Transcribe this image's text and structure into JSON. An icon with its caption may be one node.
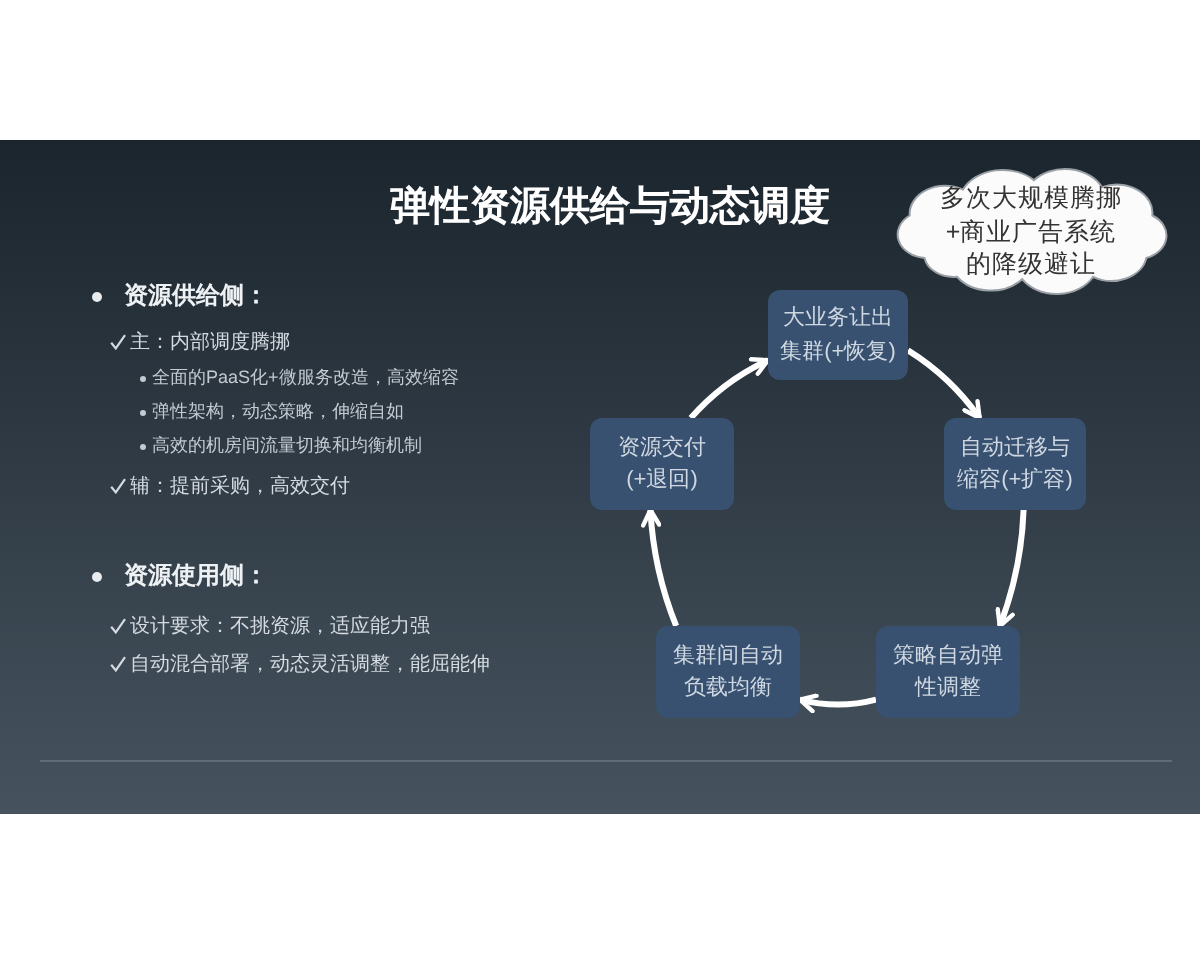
{
  "diagram": {
    "title": "弹性资源供给与动态调度",
    "nodes": [
      {
        "text": [
          "多次大规模腾挪+商业广告系统的降级避让"
        ]
      },
      {
        "text": [
          "大业务让出集群(+恢复)"
        ]
      },
      {
        "text": [
          "资源交付(+退回)"
        ]
      },
      {
        "text": [
          "自动迁移与缩容(+扩容)"
        ]
      },
      {
        "text": [
          "集群间自动负载均衡"
        ]
      },
      {
        "text": [
          "策略自动弹性调整"
        ]
      }
    ],
    "edges": [
      {
        "from": 2,
        "to": 1,
        "arrow": "to"
      },
      {
        "from": 1,
        "to": 3,
        "arrow": "to"
      },
      {
        "from": 3,
        "to": 5,
        "arrow": "to"
      },
      {
        "from": 5,
        "to": 4,
        "arrow": "to"
      },
      {
        "from": 4,
        "to": 2,
        "arrow": "to"
      }
    ],
    "labels": [
      "资源供给侧：",
      "主：内部调度腾挪",
      "全面的PaaS化+微服务改造，高效缩容",
      "弹性架构，动态策略，伸缩自如",
      "高效的机房间流量切换和均衡机制",
      "辅：提前采购，高效交付",
      "资源使用侧：",
      "设计要求：不挑资源，适应能力强",
      "自动混合部署，动态灵活调整，能屈能伸"
    ]
  }
}
